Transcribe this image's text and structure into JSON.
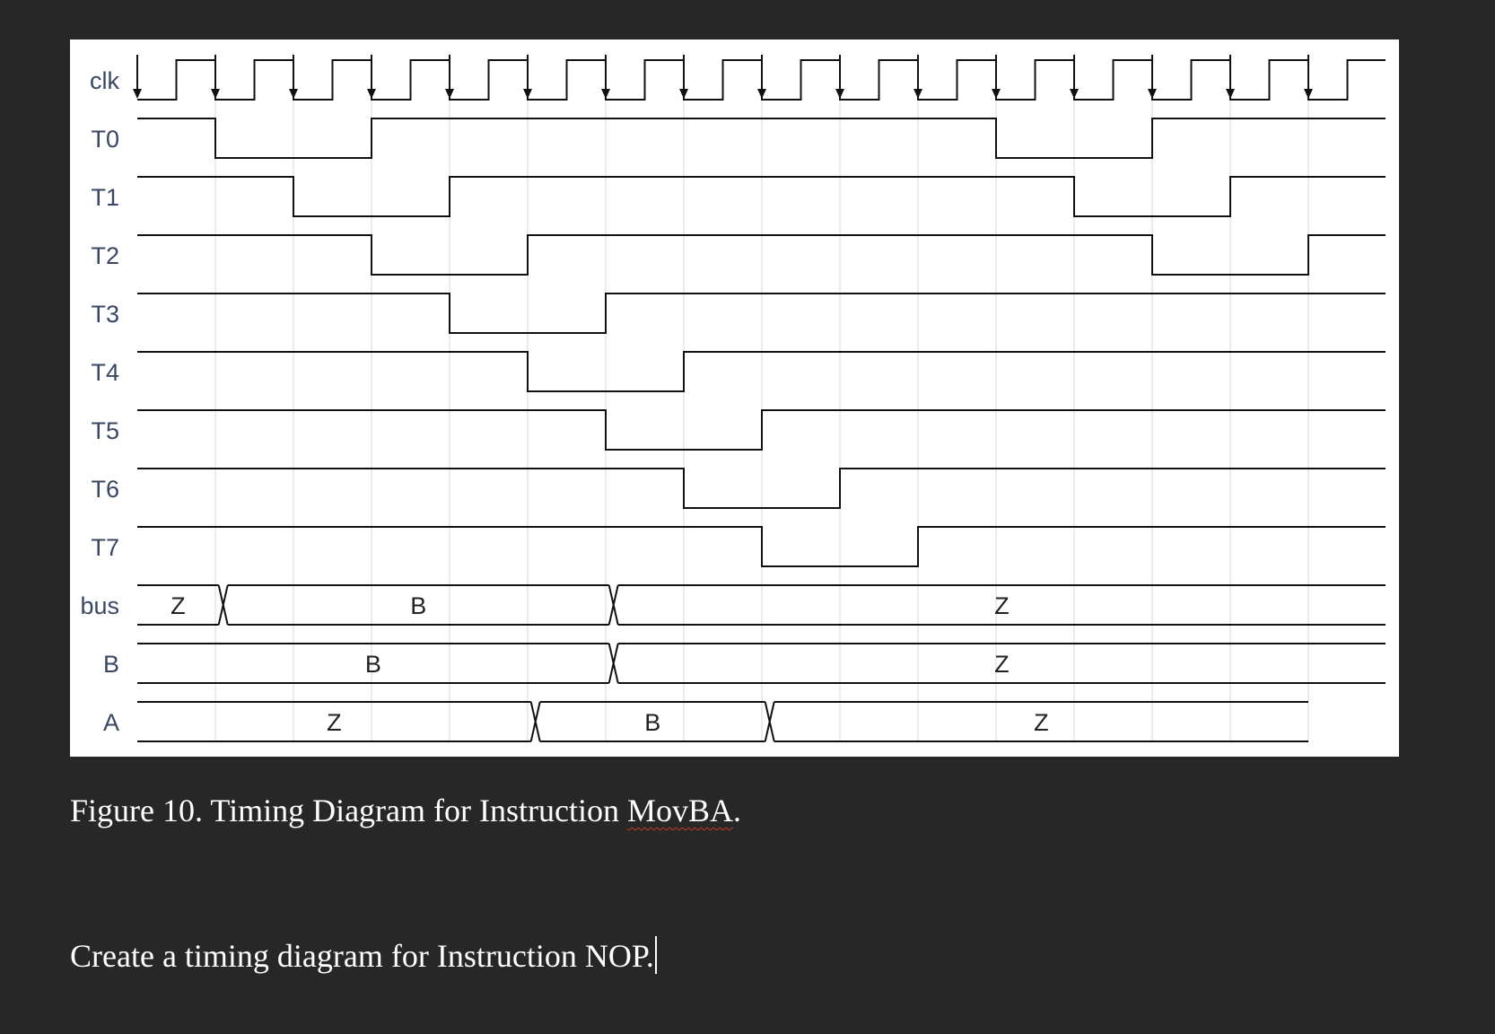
{
  "figure": {
    "signals": [
      {
        "name": "clk",
        "type": "clock"
      },
      {
        "name": "T0",
        "type": "wave",
        "low": [
          [
            1,
            3
          ],
          [
            11,
            13
          ]
        ]
      },
      {
        "name": "T1",
        "type": "wave",
        "low": [
          [
            2,
            4
          ],
          [
            12,
            14
          ]
        ]
      },
      {
        "name": "T2",
        "type": "wave",
        "low": [
          [
            3,
            5
          ],
          [
            13,
            15
          ]
        ]
      },
      {
        "name": "T3",
        "type": "wave",
        "low": [
          [
            4,
            6
          ]
        ]
      },
      {
        "name": "T4",
        "type": "wave",
        "low": [
          [
            5,
            7
          ]
        ]
      },
      {
        "name": "T5",
        "type": "wave",
        "low": [
          [
            6,
            8
          ]
        ]
      },
      {
        "name": "T6",
        "type": "wave",
        "low": [
          [
            7,
            9
          ]
        ]
      },
      {
        "name": "T7",
        "type": "wave",
        "low": [
          [
            8,
            10
          ]
        ]
      },
      {
        "name": "bus",
        "type": "bus",
        "segments": [
          {
            "from": 0,
            "to": 1.1,
            "value": "Z"
          },
          {
            "from": 1.1,
            "to": 6.1,
            "value": "B"
          },
          {
            "from": 6.1,
            "to": 16,
            "value": "Z"
          }
        ]
      },
      {
        "name": "B",
        "type": "bus",
        "segments": [
          {
            "from": 0,
            "to": 6.1,
            "value": "B"
          },
          {
            "from": 6.1,
            "to": 16,
            "value": "Z"
          }
        ]
      },
      {
        "name": "A",
        "type": "bus",
        "segments": [
          {
            "from": 0,
            "to": 5.1,
            "value": "Z"
          },
          {
            "from": 5.1,
            "to": 8.1,
            "value": "B"
          },
          {
            "from": 8.1,
            "to": 15,
            "value": "Z"
          }
        ]
      }
    ]
  },
  "caption": {
    "prefix": "Figure 10. Timing Diagram for Instruction ",
    "instruction": "MovBA",
    "suffix": "."
  },
  "prompt": {
    "text": "Create a timing diagram for Instruction NOP."
  }
}
